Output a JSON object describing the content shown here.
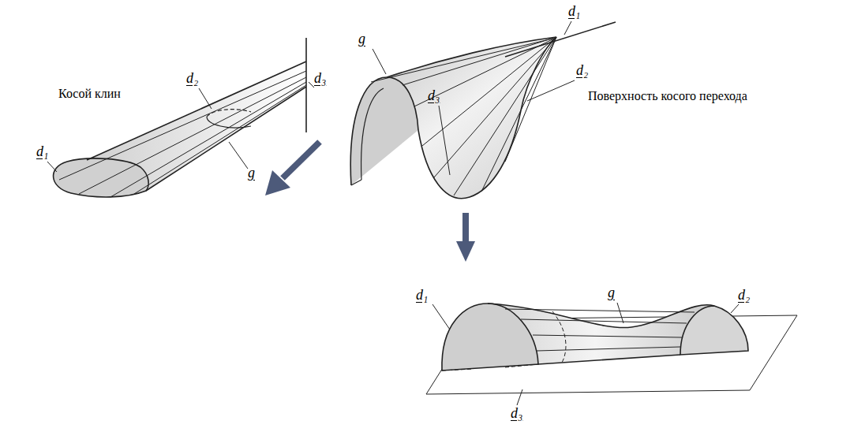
{
  "diagram": {
    "labels": [
      "d₁",
      "g",
      "d₂",
      "d₃",
      "Косой клин",
      "d₂",
      "d₃",
      "d₁",
      "g",
      "Поверхность косого перехода",
      "g",
      "d₁",
      "d₂",
      "d₃"
    ]
  }
}
